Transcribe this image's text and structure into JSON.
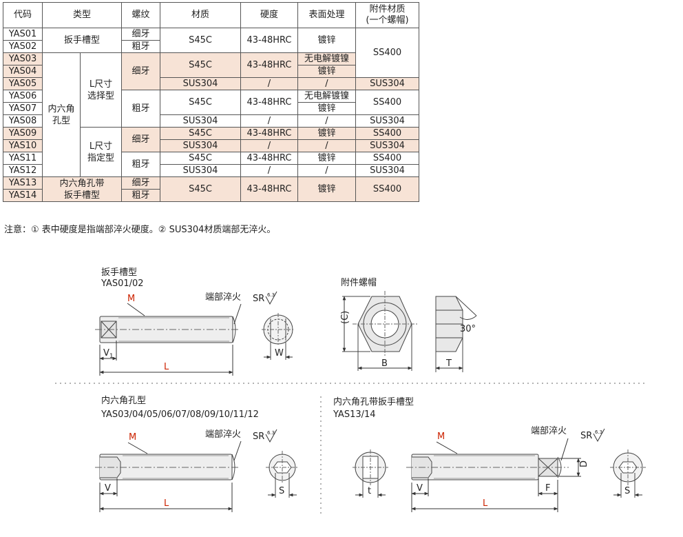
{
  "table": {
    "headers": [
      "代码",
      "类型",
      "螺纹",
      "材质",
      "硬度",
      "表面处理",
      "附件材质\n(一个螺帽)"
    ],
    "header_code": "代码",
    "header_type": "类型",
    "header_thread": "螺纹",
    "header_material": "材质",
    "header_hardness": "硬度",
    "header_surface": "表面处理",
    "header_attach_1": "附件材质",
    "header_attach_2": "(一个螺帽)",
    "codes": [
      "YAS01",
      "YAS02",
      "YAS03",
      "YAS04",
      "YAS05",
      "YAS06",
      "YAS07",
      "YAS08",
      "YAS09",
      "YAS10",
      "YAS11",
      "YAS12",
      "YAS13",
      "YAS14"
    ],
    "type_wrench": "扳手槽型",
    "type_hex": "内六角孔型",
    "type_hex_1": "内六角",
    "type_hex_2": "孔型",
    "type_l_select_1": "L尺寸",
    "type_l_select_2": "选择型",
    "type_l_fixed_1": "L尺寸",
    "type_l_fixed_2": "指定型",
    "type_combo_1": "内六角孔带",
    "type_combo_2": "扳手槽型",
    "fine": "细牙",
    "coarse": "粗牙",
    "s45c": "S45C",
    "sus304": "SUS304",
    "hrc": "43-48HRC",
    "slash": "/",
    "zinc": "镀锌",
    "nickel": "无电解镀镍",
    "ss400": "SS400",
    "highlight_color": "#f7e3d6"
  },
  "note": "注意：① 表中硬度是指端部淬火硬度。② SUS304材质端部无淬火。",
  "drawings": {
    "d1_title": "扳手槽型",
    "d1_code": "YAS01/02",
    "nut_title": "附件螺帽",
    "d2_title": "内六角孔型",
    "d2_code": "YAS03/04/05/06/07/08/09/10/11/12",
    "d3_title": "内六角孔带扳手槽型",
    "d3_code": "YAS13/14",
    "M": "M",
    "L": "L",
    "V1": "V",
    "V1_sub": "1",
    "V": "V",
    "W": "W",
    "S": "S",
    "t": "t",
    "F": "F",
    "D": "D",
    "B": "B",
    "T": "T",
    "C": "(C)",
    "angle": "30°",
    "hardened": "端部淬火",
    "sr": "SR",
    "rough": "6.3",
    "red_color": "#cc2200"
  }
}
